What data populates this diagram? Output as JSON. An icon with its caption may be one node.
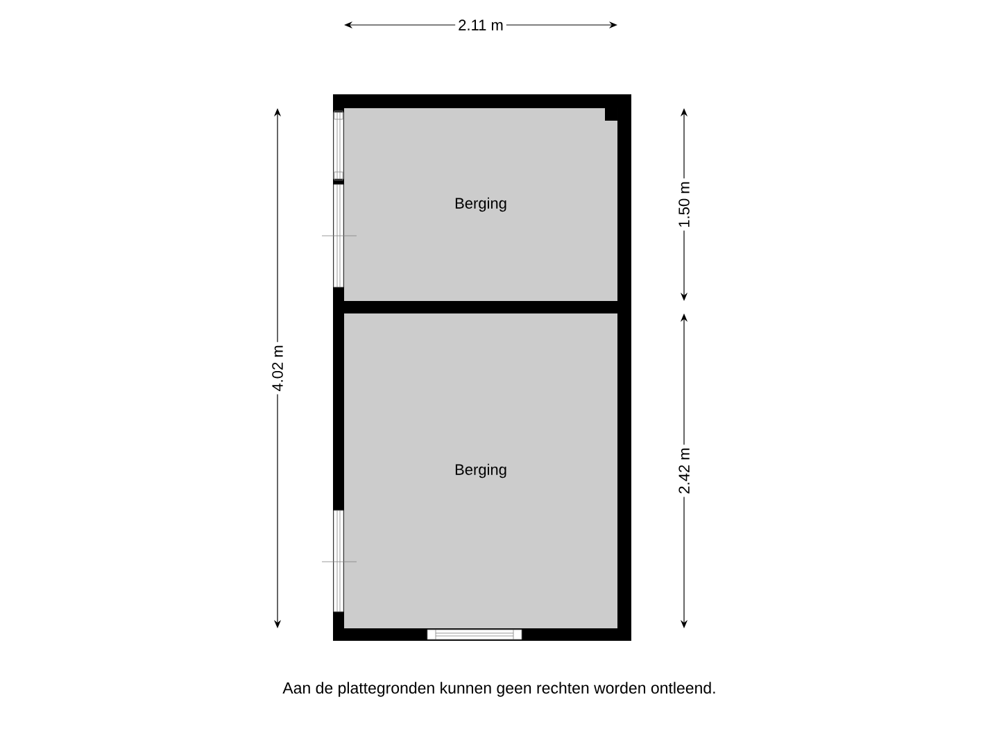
{
  "diagram": {
    "nodes": [
      {
        "text": [
          "Berging"
        ]
      },
      {
        "text": [
          "Berging"
        ]
      }
    ],
    "labels": [
      "2.11 m",
      "4.02 m",
      "1.50 m",
      "2.42 m"
    ],
    "caption": "Aan de plattegronden kunnen geen rechten worden ontleend."
  }
}
